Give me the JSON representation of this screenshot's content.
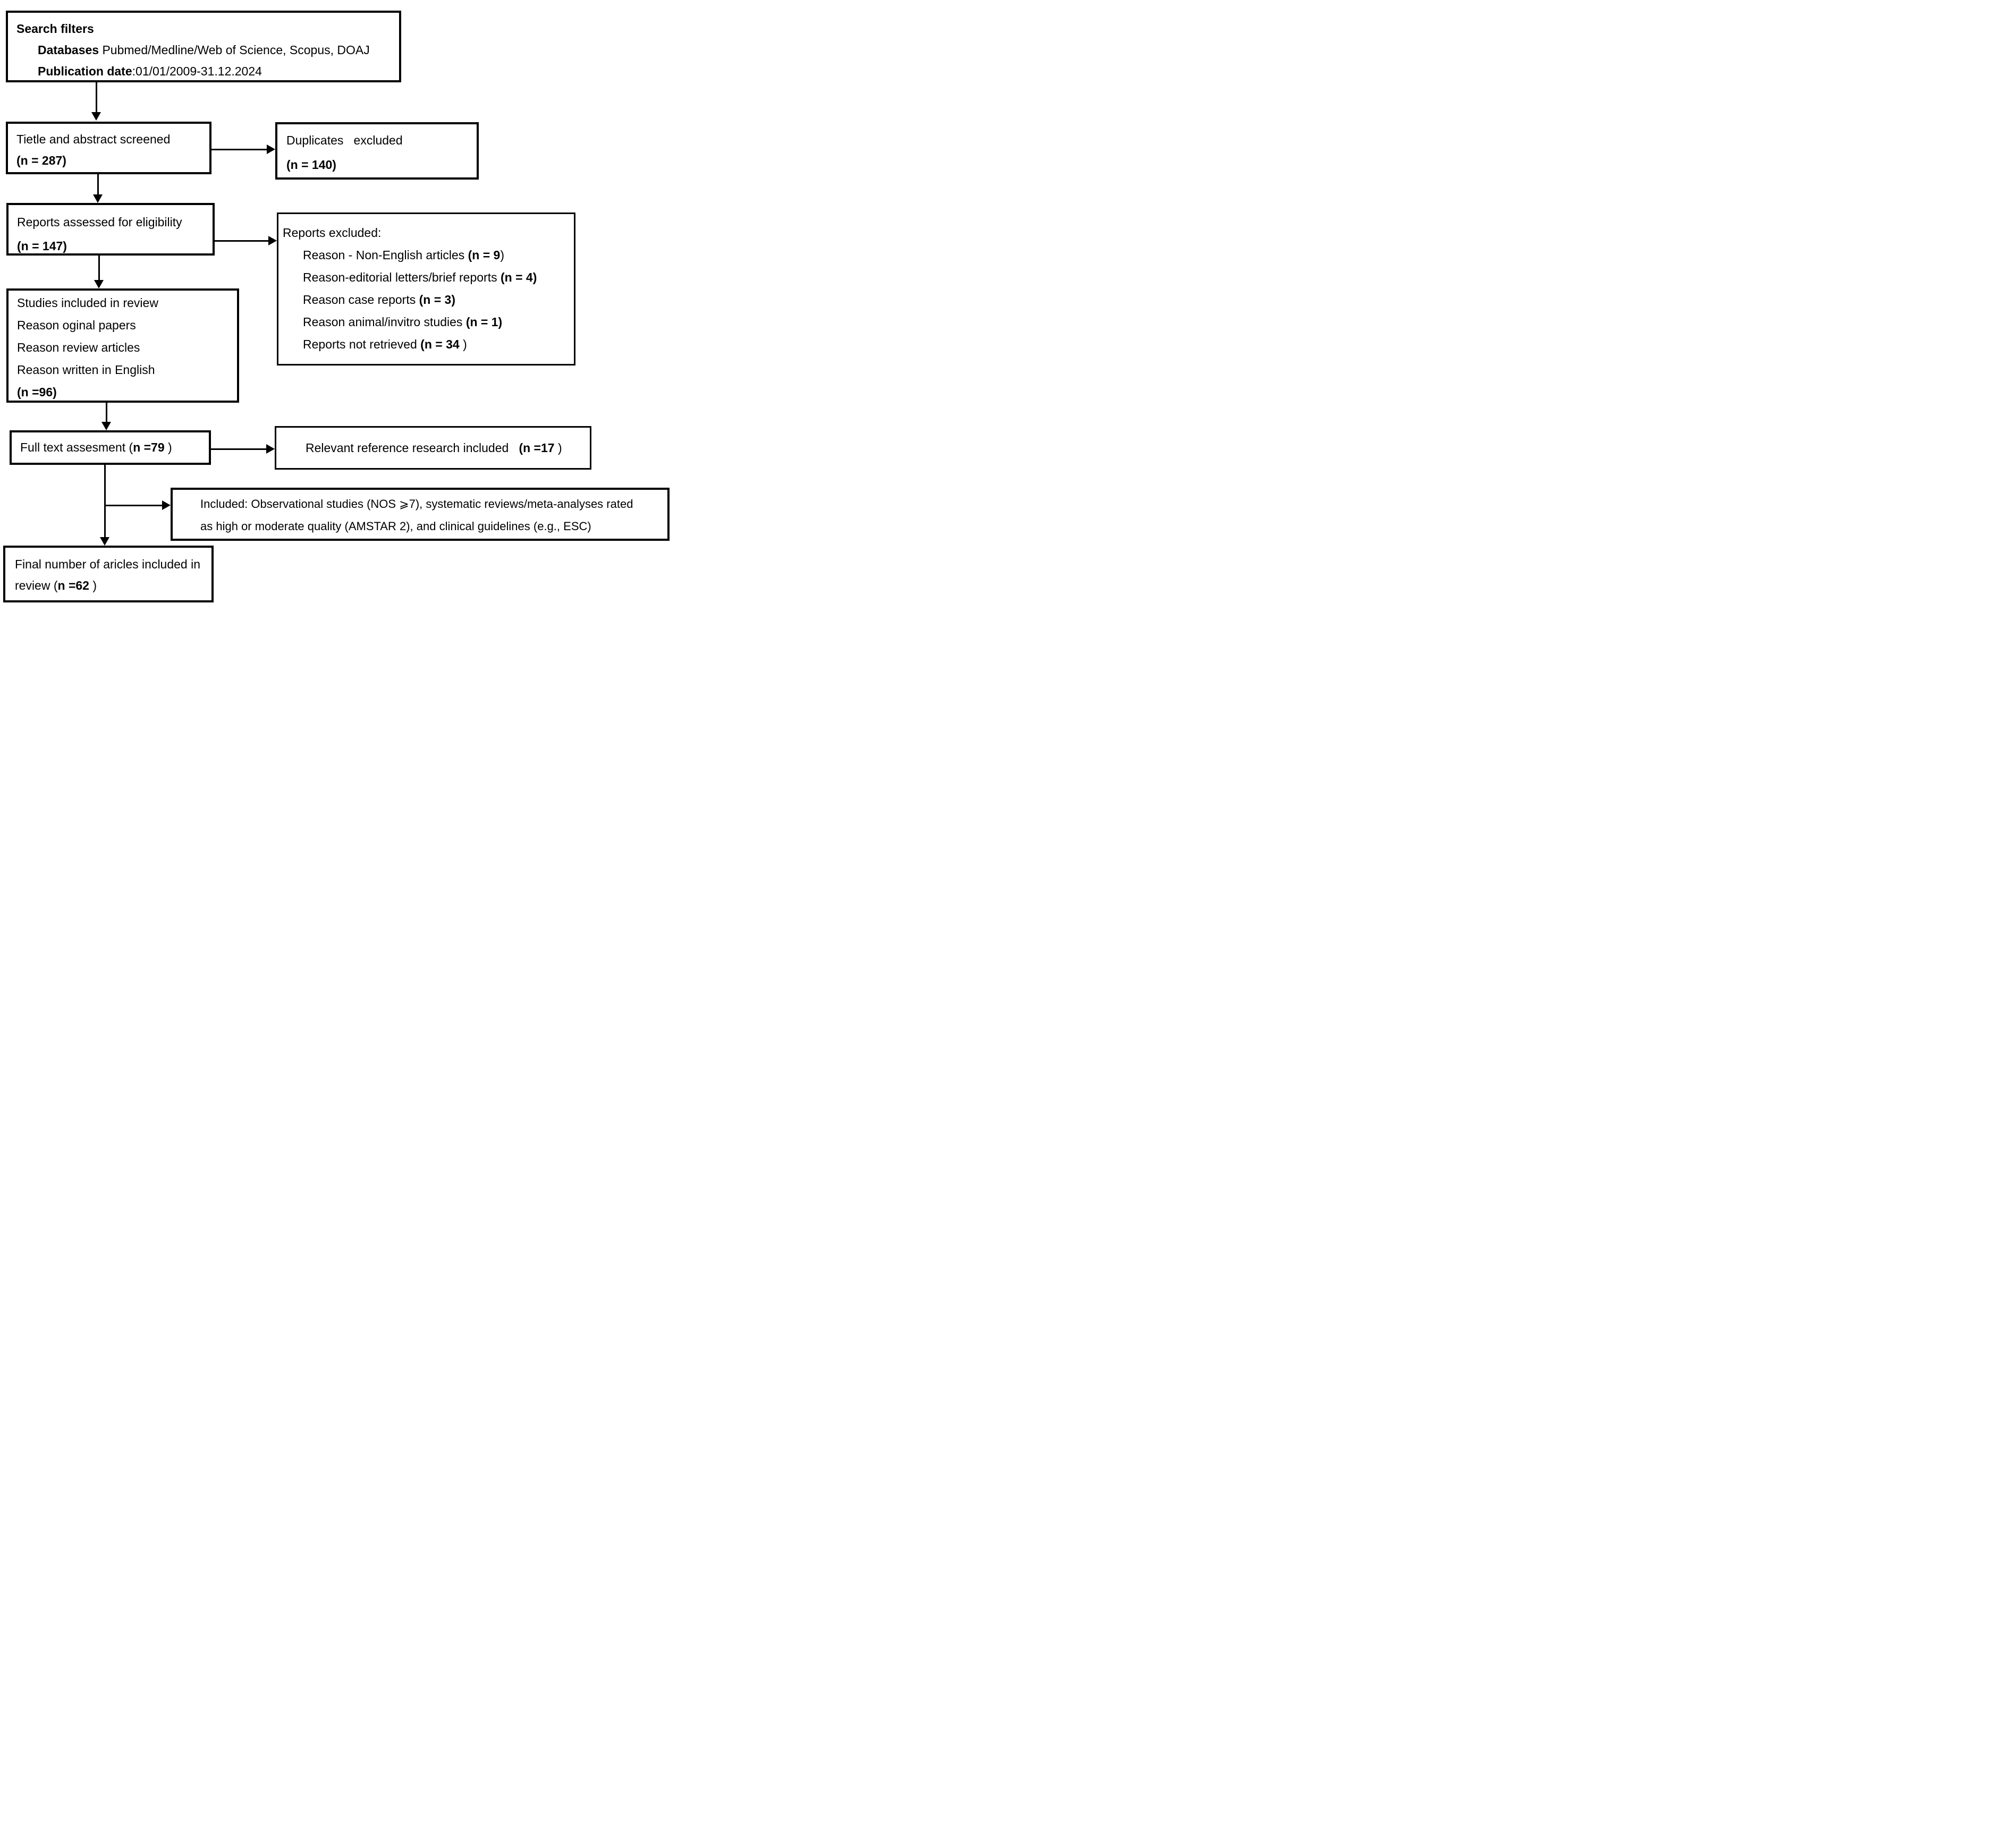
{
  "diagram": {
    "boxes": {
      "search_filters": {
        "lines": [
          {
            "indent": false,
            "segments": [
              {
                "t": "Search filters",
                "b": true
              }
            ]
          },
          {
            "indent": true,
            "segments": [
              {
                "t": "Databases ",
                "b": true
              },
              {
                "t": "Pubmed/Medline/Web of Science, Scopus, DOAJ",
                "b": false
              }
            ]
          },
          {
            "indent": true,
            "segments": [
              {
                "t": "Publication date",
                "b": true
              },
              {
                "t": ":01/01/2009-31.12.2024",
                "b": false
              }
            ]
          }
        ]
      },
      "title_abstract_screened": {
        "lines": [
          {
            "segments": [
              {
                "t": "Tietle and abstract screened",
                "b": false
              }
            ]
          },
          {
            "segments": [
              {
                "t": "(n = 287)",
                "b": true
              }
            ]
          }
        ]
      },
      "duplicates_excluded": {
        "lines": [
          {
            "segments": [
              {
                "t": "Duplicates   excluded",
                "b": false
              }
            ]
          },
          {
            "segments": [
              {
                "t": "(n = 140)",
                "b": true
              }
            ]
          }
        ]
      },
      "reports_assessed": {
        "lines": [
          {
            "segments": [
              {
                "t": "Reports assessed for eligibility",
                "b": false
              }
            ]
          },
          {
            "segments": [
              {
                "t": "(n = 147)",
                "b": true
              }
            ]
          }
        ]
      },
      "reports_excluded": {
        "lines": [
          {
            "indent": false,
            "segments": [
              {
                "t": "Reports excluded:",
                "b": false
              }
            ]
          },
          {
            "indent": true,
            "segments": [
              {
                "t": "Reason - Non-English articles ",
                "b": false
              },
              {
                "t": "(n = 9",
                "b": true
              },
              {
                "t": ")",
                "b": false
              }
            ]
          },
          {
            "indent": true,
            "segments": [
              {
                "t": "Reason-editorial letters/brief reports ",
                "b": false
              },
              {
                "t": "(n = 4)",
                "b": true
              }
            ]
          },
          {
            "indent": true,
            "segments": [
              {
                "t": "Reason case reports ",
                "b": false
              },
              {
                "t": "(n = 3)",
                "b": true
              }
            ]
          },
          {
            "indent": true,
            "segments": [
              {
                "t": "Reason animal/invitro studies ",
                "b": false
              },
              {
                "t": "(n = 1)",
                "b": true
              }
            ]
          },
          {
            "indent": true,
            "segments": [
              {
                "t": "Reports not retrieved ",
                "b": false
              },
              {
                "t": "(n = 34",
                "b": true
              },
              {
                "t": " )",
                "b": false
              }
            ]
          }
        ]
      },
      "studies_included": {
        "lines": [
          {
            "segments": [
              {
                "t": "Studies included in review",
                "b": false
              }
            ]
          },
          {
            "segments": [
              {
                "t": "Reason oginal papers",
                "b": false
              }
            ]
          },
          {
            "segments": [
              {
                "t": "Reason review articles",
                "b": false
              }
            ]
          },
          {
            "segments": [
              {
                "t": "Reason written in English",
                "b": false
              }
            ]
          },
          {
            "segments": [
              {
                "t": "(n =96)",
                "b": true
              }
            ]
          }
        ]
      },
      "full_text_assessment": {
        "lines": [
          {
            "segments": [
              {
                "t": "Full text assesment (",
                "b": false
              },
              {
                "t": "n =79",
                "b": true
              },
              {
                "t": " )",
                "b": false
              }
            ]
          }
        ]
      },
      "relevant_reference": {
        "lines": [
          {
            "segments": [
              {
                "t": "Relevant reference research included   ",
                "b": false
              },
              {
                "t": "(n =17",
                "b": true
              },
              {
                "t": " )",
                "b": false
              }
            ]
          }
        ]
      },
      "included_criteria": {
        "lines": [
          {
            "segments": [
              {
                "t": "Included: Observational studies (NOS ⩾7), systematic reviews/meta-analyses rated",
                "b": false
              }
            ]
          },
          {
            "segments": [
              {
                "t": "as high or moderate quality (AMSTAR 2), and clinical guidelines (e.g., ESC)",
                "b": false
              }
            ]
          }
        ]
      },
      "final_number": {
        "lines": [
          {
            "segments": [
              {
                "t": "Final number of aricles included in",
                "b": false
              }
            ]
          },
          {
            "segments": [
              {
                "t": "review (",
                "b": false
              },
              {
                "t": "n =62",
                "b": true
              },
              {
                "t": " )",
                "b": false
              }
            ]
          }
        ]
      }
    }
  }
}
